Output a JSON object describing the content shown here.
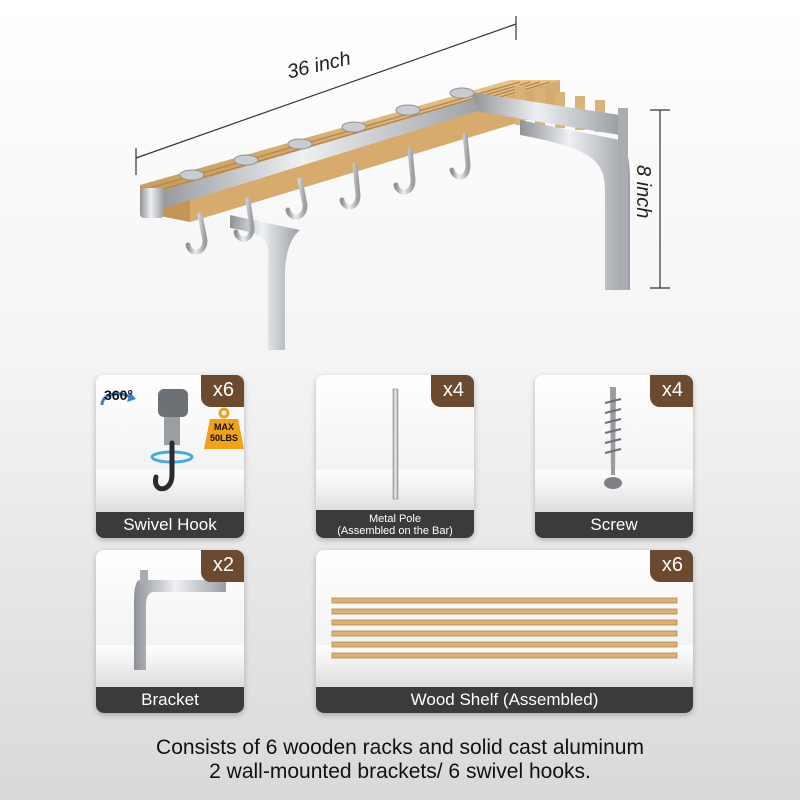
{
  "hero": {
    "width_label": "36 inch",
    "height_label": "8 inch"
  },
  "cards": {
    "swivel_hook": {
      "badge": "x6",
      "label": "Swivel Hook",
      "rotation_label": "360°",
      "weight_line1": "MAX",
      "weight_line2": "50LBS"
    },
    "metal_pole": {
      "badge": "x4",
      "label_line1": "Metal Pole",
      "label_line2": "(Assembled on the Bar)"
    },
    "screw": {
      "badge": "x4",
      "label": "Screw"
    },
    "bracket": {
      "badge": "x2",
      "label": "Bracket"
    },
    "wood_shelf": {
      "badge": "x6",
      "label": "Wood Shelf (Assembled)"
    }
  },
  "caption": {
    "line1": "Consists of 6 wooden racks and solid cast aluminum",
    "line2": "2 wall-mounted brackets/ 6 swivel hooks."
  },
  "colors": {
    "wood": "#d9b27a",
    "badge": "#6b4a2f",
    "label_bar": "#3b3b3b",
    "metal": "#b9bcc0"
  }
}
